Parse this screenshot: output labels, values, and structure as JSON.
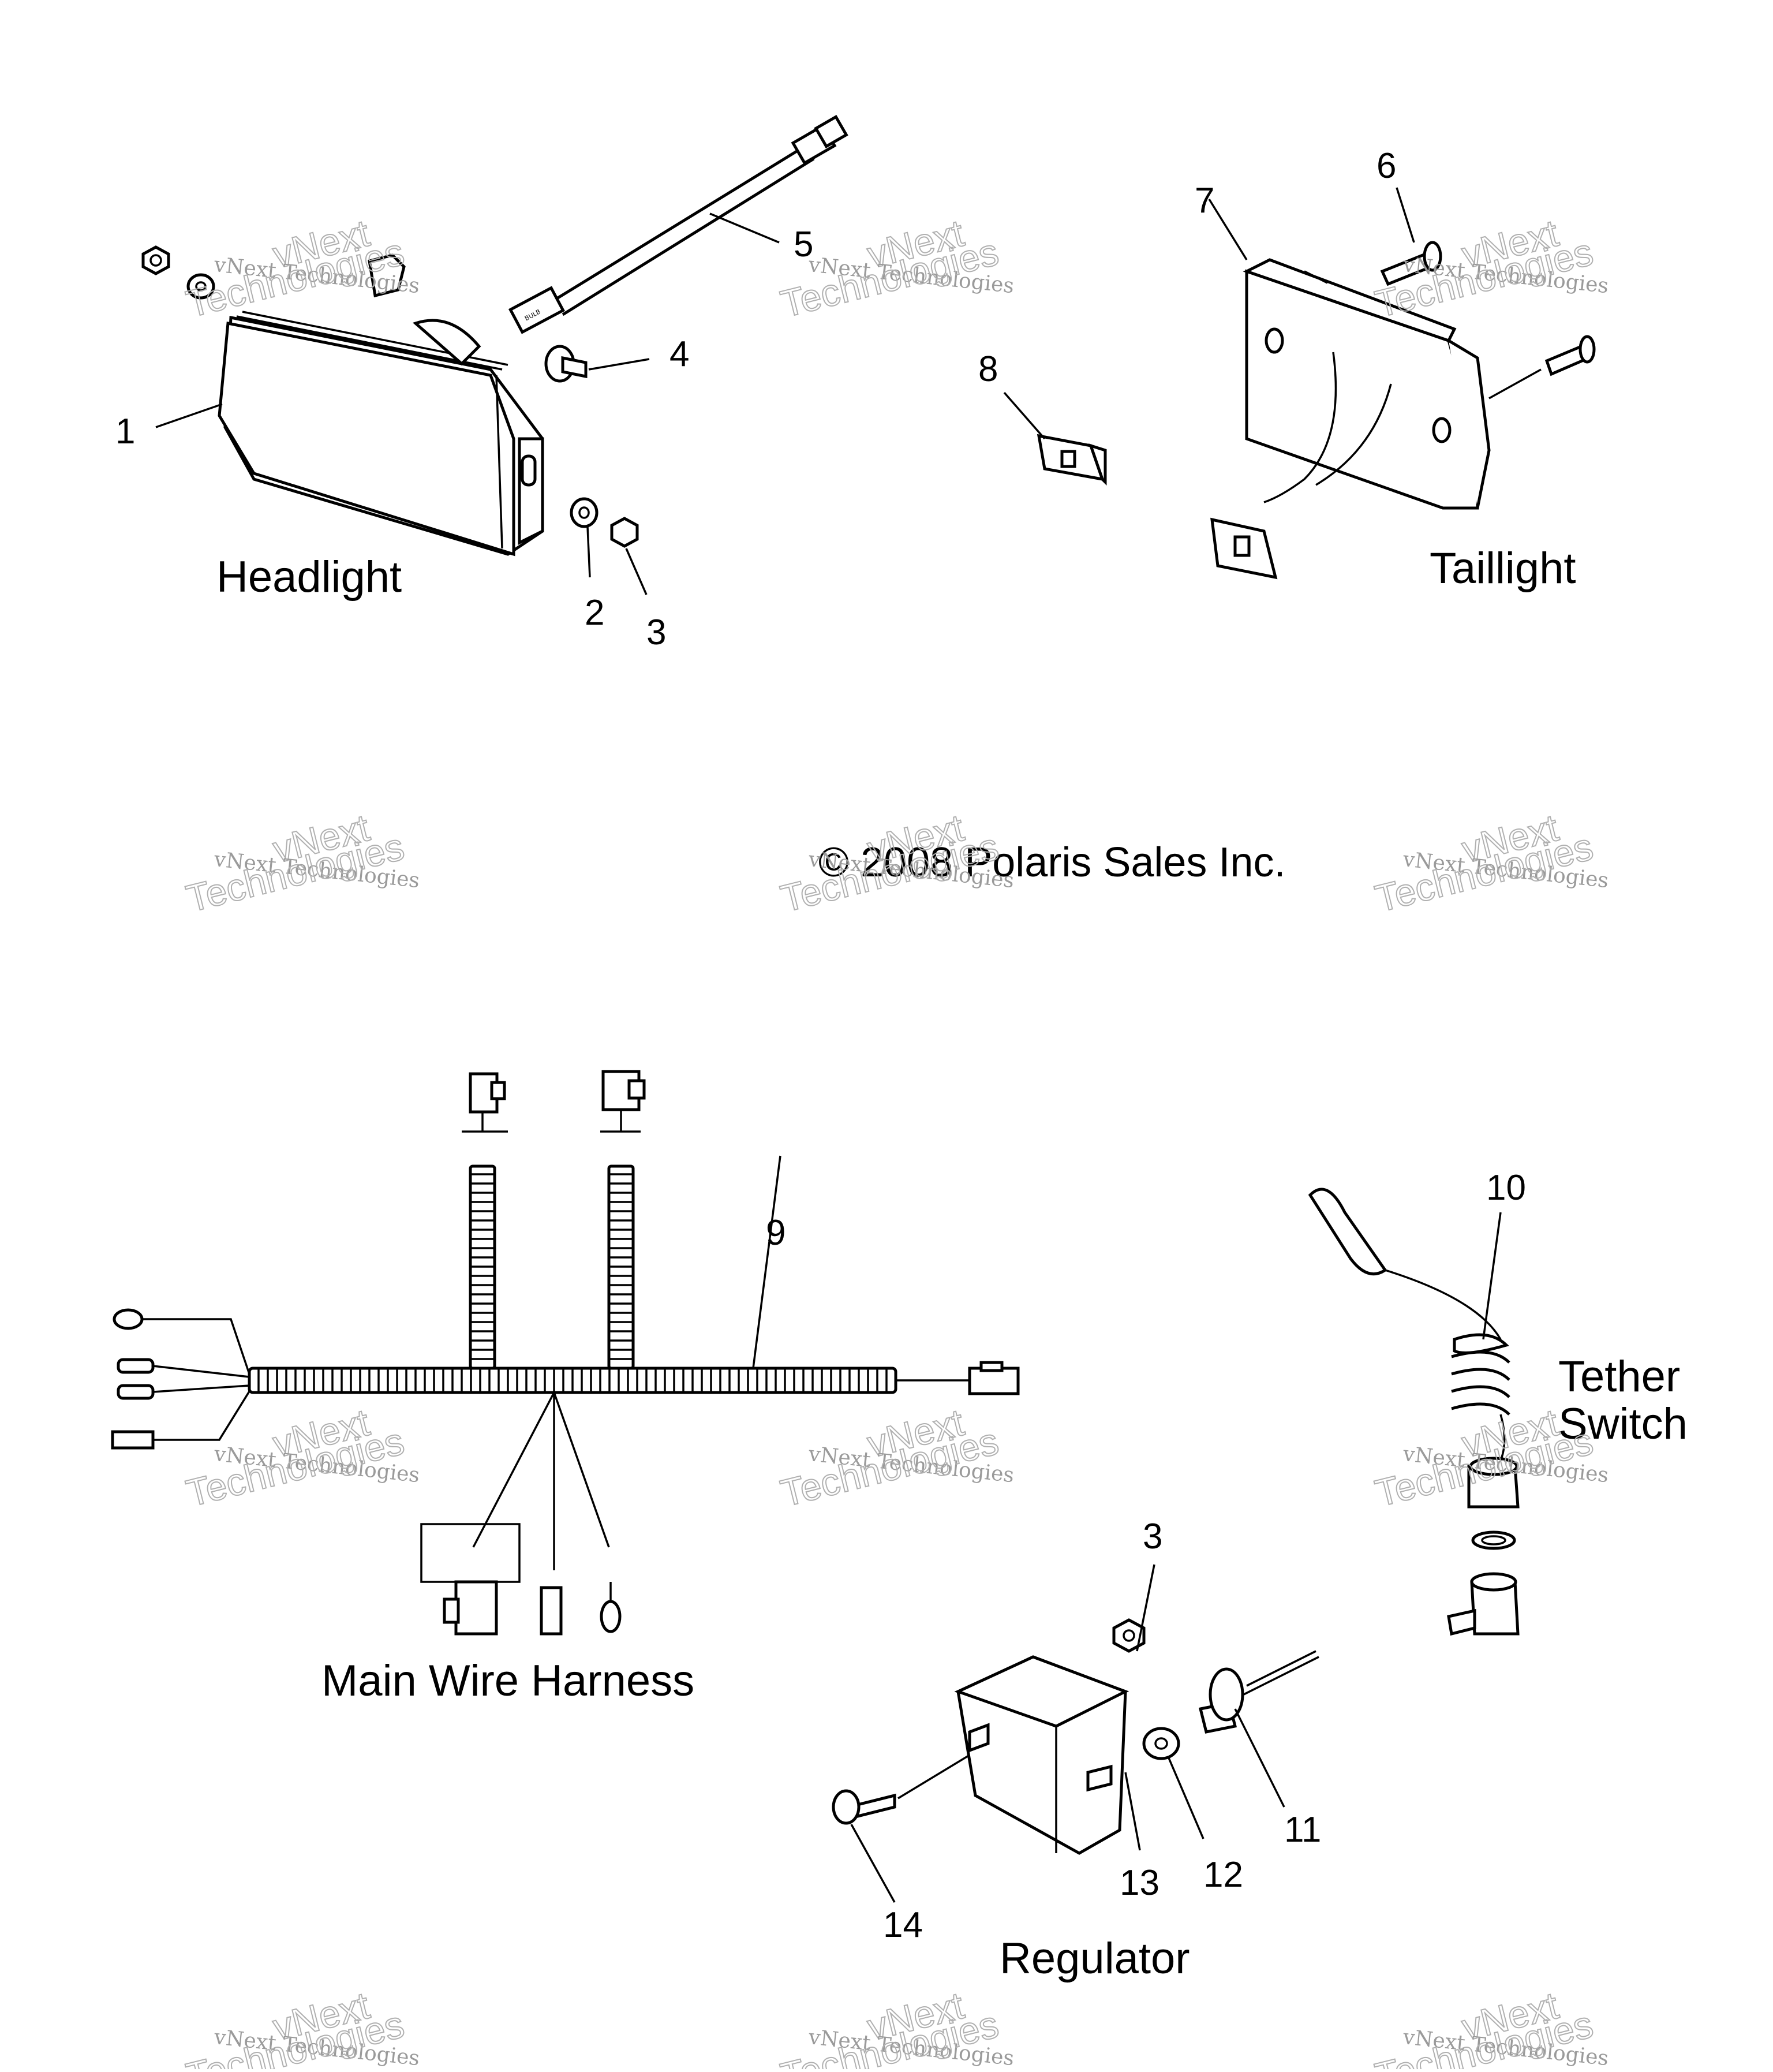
{
  "sections": {
    "headlight": "Headlight",
    "taillight": "Taillight",
    "main_wire_harness": "Main Wire Harness",
    "tether_switch": [
      "Tether",
      "Switch"
    ],
    "regulator": "Regulator"
  },
  "copyright": "© 2008 Polaris Sales Inc.",
  "watermark": {
    "line1": "vNext Technologies",
    "line2": "vNext",
    "line3": "Technologies"
  },
  "bulb_label": "BULB",
  "callouts": {
    "c1": "1",
    "c2": "2",
    "c3a": "3",
    "c3b": "3",
    "c4": "4",
    "c5": "5",
    "c6": "6",
    "c7": "7",
    "c8": "8",
    "c9": "9",
    "c10": "10",
    "c11": "11",
    "c12": "12",
    "c13": "13",
    "c14": "14"
  }
}
